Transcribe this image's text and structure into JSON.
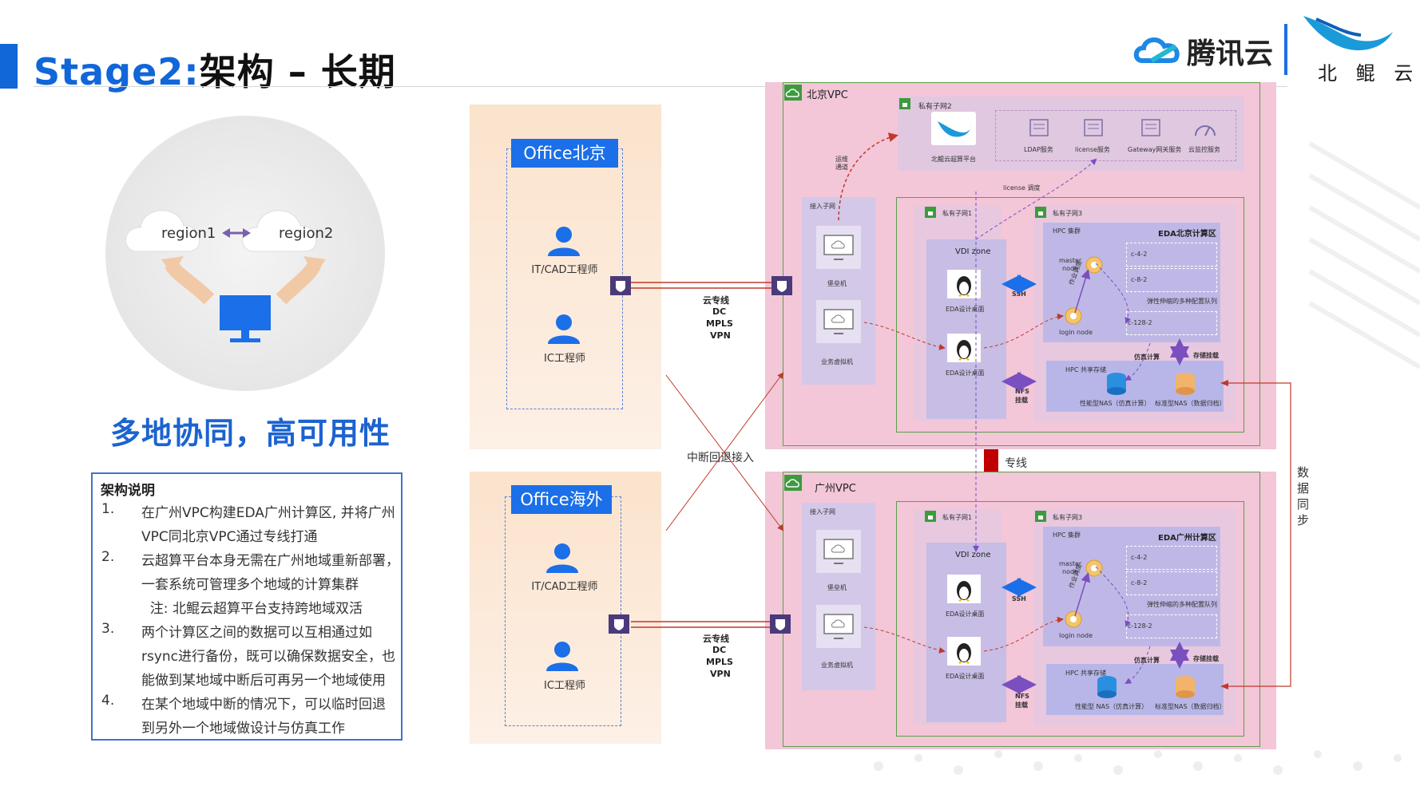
{
  "header": {
    "title_prefix": "Stage2:",
    "title_rest": "架构 – 长期",
    "brand_tencent": "腾讯云",
    "brand_beikun": "北 鲲 云"
  },
  "left": {
    "region1": "region1",
    "region2": "region2",
    "tagline": "多地协同，高可用性",
    "desc_title": "架构说明",
    "items": [
      {
        "num": "1.",
        "lines": [
          "在广州VPC构建EDA广州计算区, 并将广州",
          "VPC同北京VPC通过专线打通"
        ]
      },
      {
        "num": "2.",
        "lines": [
          "云超算平台本身无需在广州地域重新部署，",
          "一套系统可管理多个地域的计算集群",
          "  注: 北鲲云超算平台支持跨地域双活"
        ]
      },
      {
        "num": "3.",
        "lines": [
          "两个计算区之间的数据可以互相通过如",
          "rsync进行备份，既可以确保数据安全，也",
          "能做到某地域中断后可再另一个地域使用"
        ]
      },
      {
        "num": "4.",
        "lines": [
          "在某个地域中断的情况下，可以临时回退",
          "到另外一个地域做设计与仿真工作"
        ]
      }
    ]
  },
  "offices": {
    "beijing": {
      "label": "Office北京",
      "role1": "IT/CAD工程师",
      "role2": "IC工程师"
    },
    "overseas": {
      "label": "Office海外",
      "role1": "IT/CAD工程师",
      "role2": "IC工程师"
    }
  },
  "links": {
    "cloud_line_1": "云专线",
    "dc_1": "DC",
    "mpls_1": "MPLS",
    "vpn_1": "VPN",
    "cloud_line_2": "云专线",
    "dc_2": "DC",
    "mpls_2": "MPLS",
    "vpn_2": "VPN",
    "fallback": "中断回退接入",
    "leased_line": "专线",
    "data_sync": "数据同步"
  },
  "beijing_vpc": {
    "label": "北京VPC",
    "private_subnet2": "私有子网2",
    "platform": "北鲲云超算平台",
    "services": [
      "LDAP服务",
      "license服务",
      "Gateway网关服务",
      "云监控服务"
    ],
    "ops_channel_1": "运维",
    "ops_channel_2": "通道",
    "license_dispatch": "license 调度",
    "access_subnet": "接入子网",
    "bastion": "堡垒机",
    "biz_vm": "业务虚拟机",
    "private_subnet1": "私有子网1",
    "private_subnet3": "私有子网3",
    "vdi_zone": "VDI zone",
    "eda_desktop_1": "EDA设计桌面",
    "eda_desktop_2": "EDA设计桌面",
    "ssh": "SSH",
    "nfs": "NFS",
    "nfs2": "挂载",
    "hpc_cluster": "HPC 集群",
    "compute_zone": "EDA北京计算区",
    "master_node_1": "master",
    "master_node_2": "node",
    "job_submit": "作业调度",
    "c4": "c-4-2",
    "c8": "c-8-2",
    "c128": "c-128-2",
    "elastic_queue": "弹性伸缩的多种配置队列",
    "login_node": "login node",
    "sim_compute": "仿真计算",
    "mount": "存储挂载",
    "hpc_storage": "HPC 共享存储",
    "nas_perf": "性能型NAS（仿真计算）",
    "nas_std": "标准型NAS（数据归档）"
  },
  "guangzhou_vpc": {
    "label": "广州VPC",
    "access_subnet": "接入子网",
    "bastion": "堡垒机",
    "biz_vm": "业务虚拟机",
    "private_subnet1": "私有子网1",
    "private_subnet3": "私有子网3",
    "vdi_zone": "VDI zone",
    "eda_desktop_1": "EDA设计桌面",
    "eda_desktop_2": "EDA设计桌面",
    "ssh": "SSH",
    "nfs": "NFS",
    "nfs2": "挂载",
    "hpc_cluster": "HPC 集群",
    "compute_zone": "EDA广州计算区",
    "master_node_1": "master",
    "master_node_2": "node",
    "job_submit": "作业调度",
    "c4": "c-4-2",
    "c8": "c-8-2",
    "c128": "c-128-2",
    "elastic_queue": "弹性伸缩的多种配置队列",
    "login_node": "login node",
    "sim_compute": "仿真计算",
    "mount": "存储挂载",
    "hpc_storage": "HPC 共享存储",
    "nas_perf": "性能型 NAS（仿真计算）",
    "nas_std": "标准型NAS（数据归档）"
  },
  "colors": {
    "brand_blue": "#1166d8",
    "office_bg": "#fbe3cc",
    "vpc_bg": "#f3c6d8",
    "subnet_border": "#5aa04a",
    "link_red": "#c0392b",
    "arrow_blue": "#1b6fe8",
    "arrow_purple": "#7a4fc0"
  },
  "icons": [
    "user-icon",
    "monitor-icon",
    "cloud-icon",
    "linux-penguin-icon",
    "gateway-icon",
    "server-icon",
    "database-icon",
    "lock-icon"
  ]
}
